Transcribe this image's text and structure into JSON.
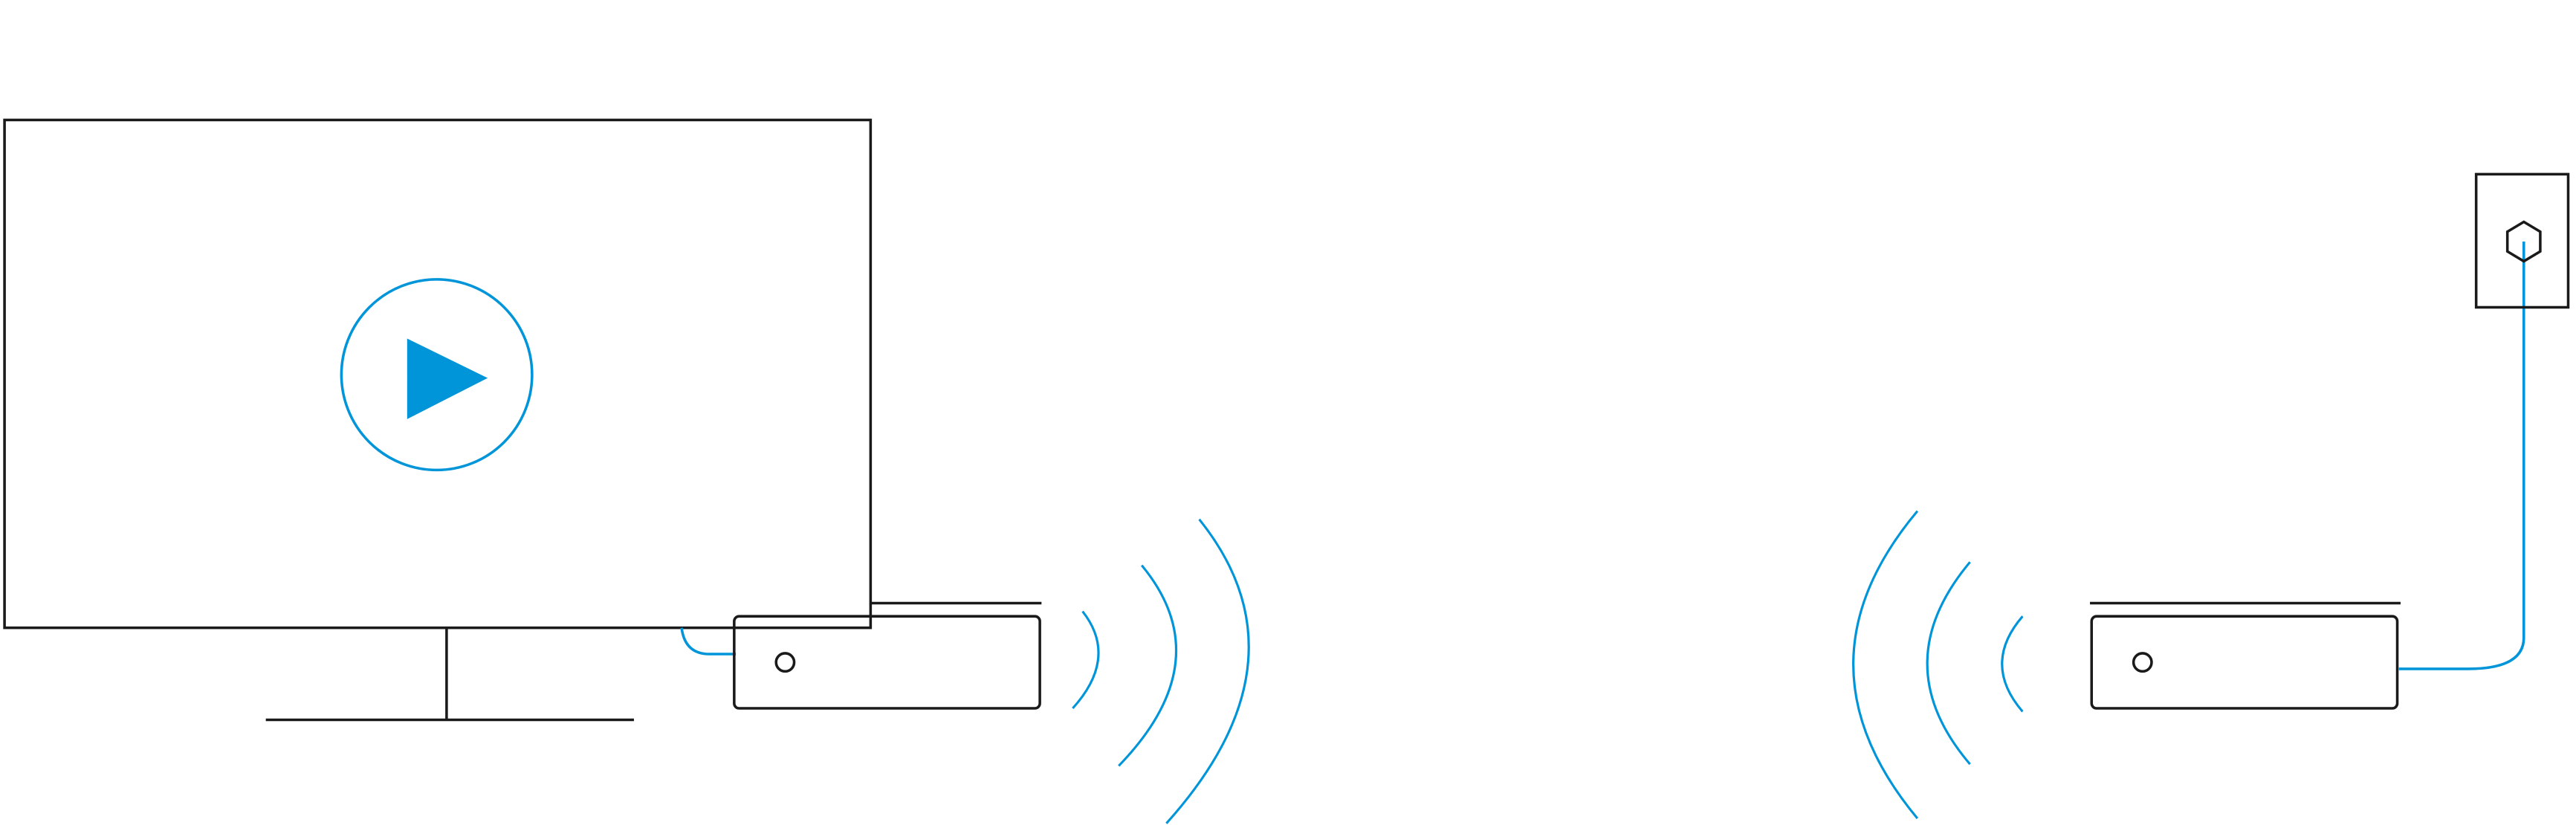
{
  "colors": {
    "line": "#1a1a1a",
    "accent": "#0095d9",
    "background": "#ffffff"
  },
  "elements": {
    "television": {
      "icon": "tv-icon"
    },
    "play_button": {
      "icon": "play-icon"
    },
    "transmitter": {
      "icon": "set-top-box-icon",
      "indicator": "led-indicator"
    },
    "transmitter_waves": {
      "icon": "wireless-signal-icon",
      "count": 3
    },
    "receiver_waves": {
      "icon": "wireless-signal-icon",
      "count": 3
    },
    "receiver": {
      "icon": "set-top-box-icon",
      "indicator": "led-indicator"
    },
    "wall_outlet": {
      "icon": "coax-outlet-icon"
    }
  }
}
